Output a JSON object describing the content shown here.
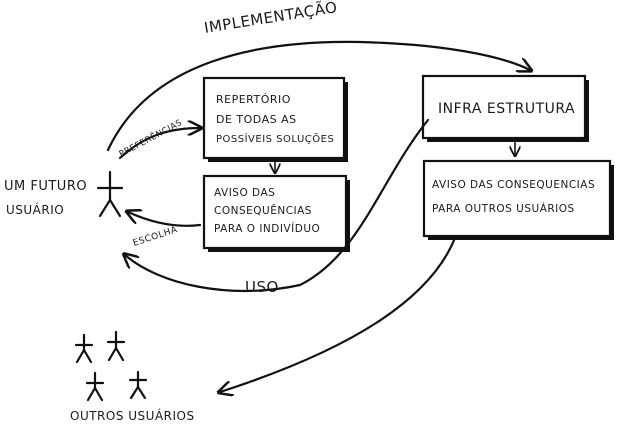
{
  "labels": {
    "implementacao": "IMPLEMENTAÇÃO",
    "preferencias": "PREFERÊNCIAS",
    "escolha": "ESCOLHA",
    "uso": "USO",
    "futuro_usuario_line1": "UM FUTURO",
    "futuro_usuario_line2": "USUÁRIO",
    "outros_usuarios": "OUTROS USUÁRIOS"
  },
  "boxes": {
    "repertorio": [
      "REPERTÓRIO",
      "DE TODAS AS",
      "POSSÍVEIS SOLUÇÕES"
    ],
    "aviso_individuo": [
      "AVISO DAS",
      "CONSEQUÊNCIAS",
      "PARA O INDIVÍDUO"
    ],
    "infra": [
      "INFRA ESTRUTURA"
    ],
    "aviso_outros": [
      "AVISO DAS CONSEQUENCIAS",
      "PARA OUTROS USUÁRIOS"
    ]
  },
  "icons": {
    "person": "stick-figure-icon"
  },
  "colors": {
    "ink": "#111111",
    "paper": "#ffffff"
  }
}
